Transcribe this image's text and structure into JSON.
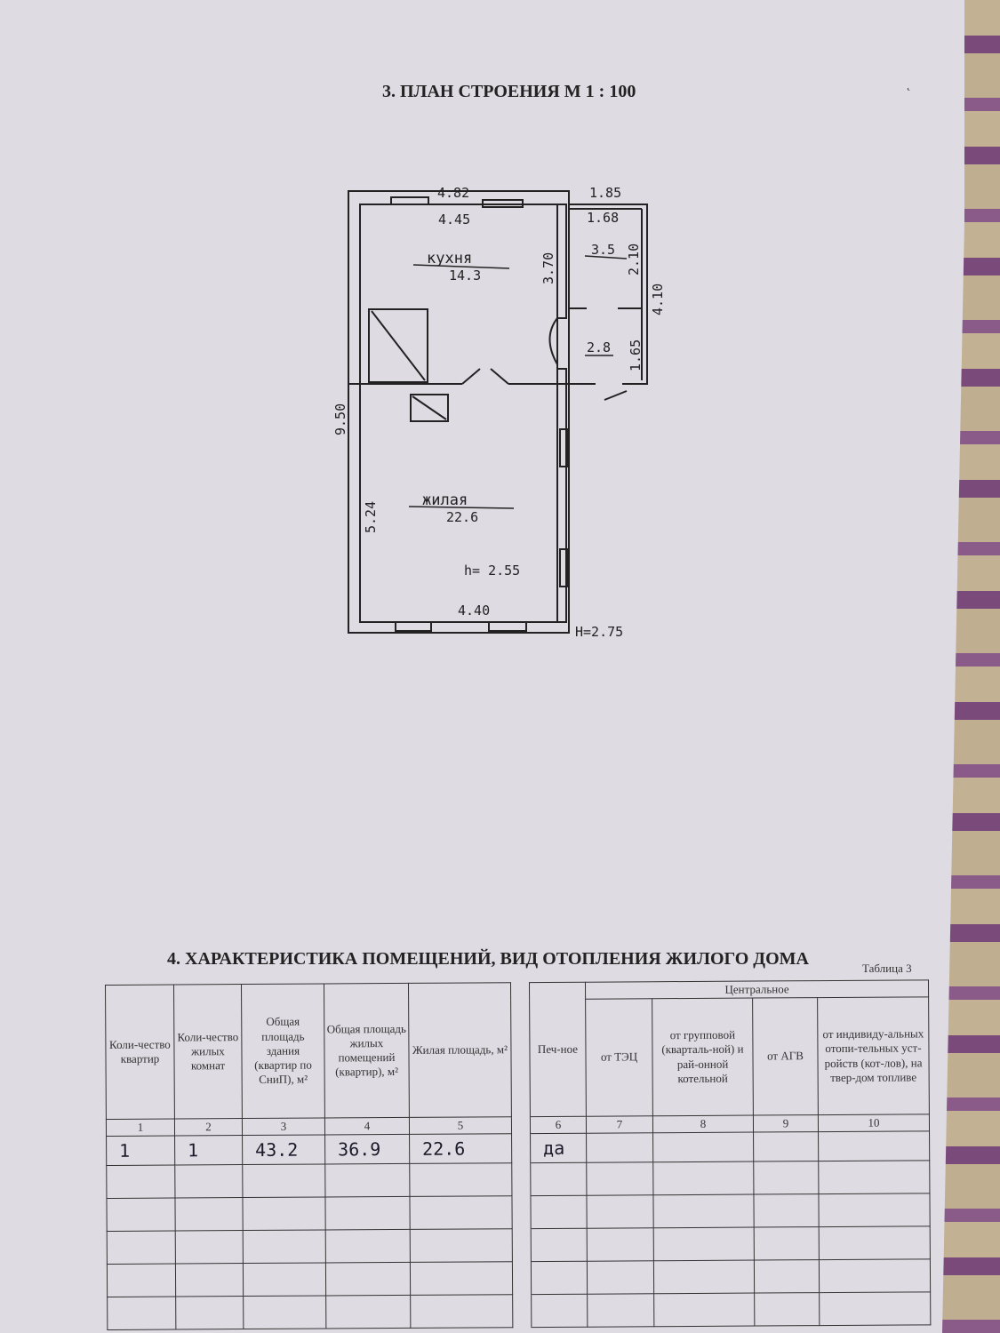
{
  "section3": {
    "title": "3. ПЛАН СТРОЕНИЯ М 1 : 100",
    "corner_mark": "˛"
  },
  "plan": {
    "dims": {
      "top_outer": "4.82",
      "top_inner": "4.45",
      "annex_outer": "1.85",
      "annex_inner": "1.68",
      "kitchen_height": "3.70",
      "annex_room_height": "2.10",
      "annex_total": "4.10",
      "annex_lower": "1.65",
      "total_length": "9.50",
      "living_height": "5.24",
      "living_width": "4.40",
      "ceiling": "h= 2.55",
      "building_height": "H=2.75"
    },
    "rooms": {
      "kitchen_name": "кухня",
      "kitchen_area": "14.3",
      "annex1_area": "3.5",
      "annex2_area": "2.8",
      "living_name": "жилая",
      "living_area": "22.6"
    }
  },
  "section4": {
    "title": "4. ХАРАКТЕРИСТИКА ПОМЕЩЕНИЙ, ВИД ОТОПЛЕНИЯ ЖИЛОГО ДОМА",
    "table_label": "Таблица 3"
  },
  "table": {
    "group_header": "Центральное",
    "headers": [
      "Коли-чество квартир",
      "Коли-чество жилых комнат",
      "Общая площадь здания (квартир по СниП), м²",
      "Общая площадь жилых помещений (квартир), м²",
      "Жилая площадь, м²",
      "Печ-ное",
      "от ТЭЦ",
      "от групповой (квар­таль-ной) и рай-онной котельной",
      "от АГВ",
      "от индивиду-альных отопи-тельных уст-ройств (кот-лов), на твер-дом топливе"
    ],
    "numbers": [
      "1",
      "2",
      "3",
      "4",
      "5",
      "6",
      "7",
      "8",
      "9",
      "10"
    ],
    "row1": [
      "1",
      "1",
      "43.2",
      "36.9",
      "22.6",
      "да",
      "",
      "",
      "",
      ""
    ]
  }
}
